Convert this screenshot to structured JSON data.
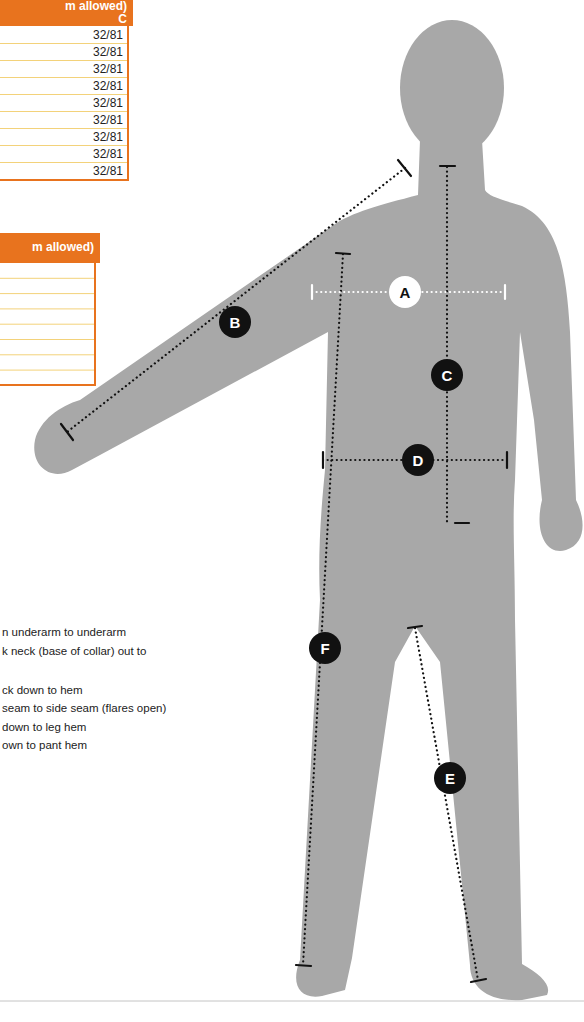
{
  "diagram": {
    "nodes": [
      {
        "text": [
          "m allowed)",
          "C"
        ]
      },
      {
        "text": [
          "m allowed)"
        ]
      },
      {
        "text": [
          "A"
        ]
      },
      {
        "text": [
          "B"
        ]
      },
      {
        "text": [
          "C"
        ]
      },
      {
        "text": [
          "D"
        ]
      },
      {
        "text": [
          "F"
        ]
      },
      {
        "text": [
          "E"
        ]
      }
    ],
    "labels": [
      "32/81",
      "32/81",
      "32/81",
      "32/81",
      "32/81",
      "32/81",
      "32/81",
      "32/81",
      "32/81",
      "n underarm to underarm",
      "k neck (base of collar) out to",
      "ck down to hem",
      "seam to side seam (flares open)",
      "down to leg hem",
      "own to pant hem"
    ]
  }
}
